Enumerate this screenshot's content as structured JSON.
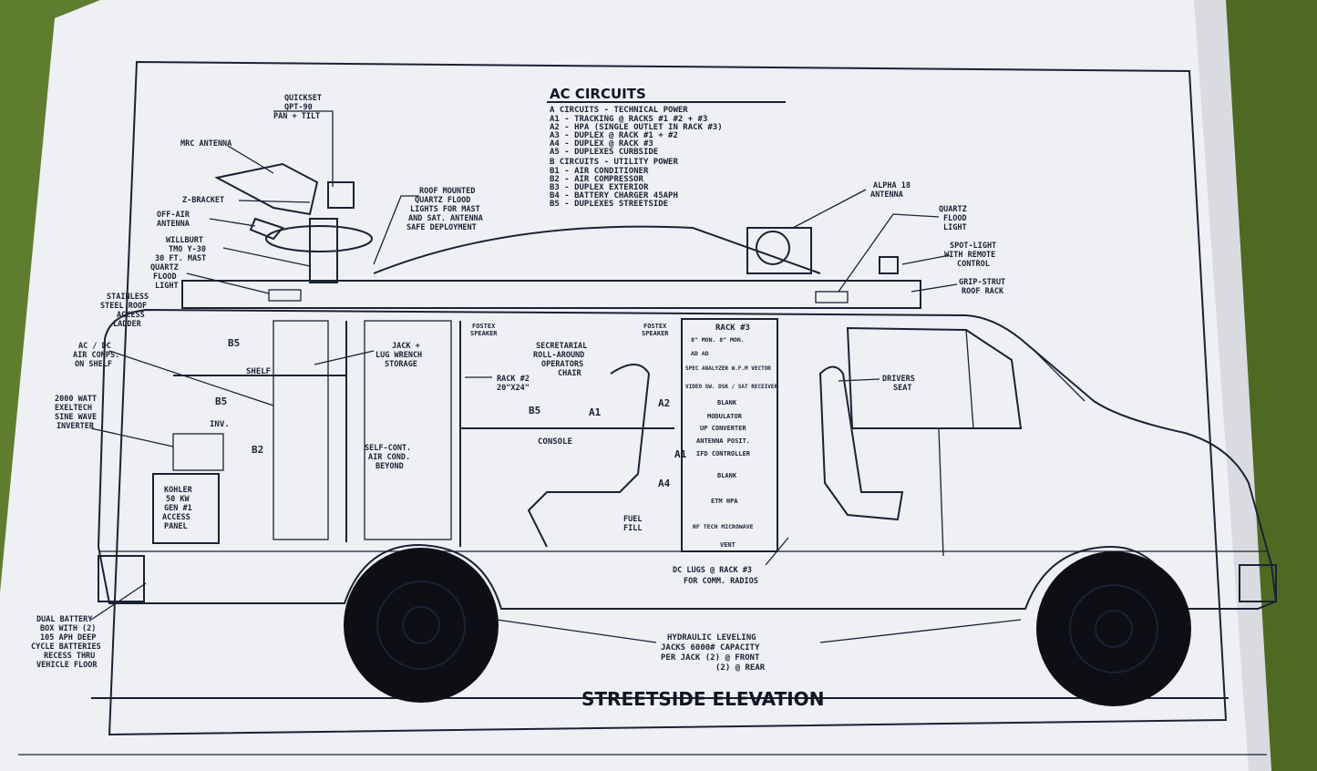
{
  "diagram": {
    "title": "STREETSIDE ELEVATION",
    "legend": {
      "heading": "AC CIRCUITS",
      "a_heading": "A CIRCUITS - TECHNICAL POWER",
      "a_items": [
        "A1 - TRACKING @ RACKS #1 #2 + #3",
        "A2 - HPA (SINGLE OUTLET IN RACK #3)",
        "A3 - DUPLEX @ RACK #1 + #2",
        "A4 - DUPLEX @ RACK #3",
        "A5 - DUPLEXES CURBSIDE"
      ],
      "b_heading": "B CIRCUITS - UTILITY POWER",
      "b_items": [
        "B1 - AIR CONDITIONER",
        "B2 - AIR COMPRESSOR",
        "B3 - DUPLEX EXTERIOR",
        "B4 - BATTERY CHARGER 45APH",
        "B5 - DUPLEXES STREETSIDE"
      ]
    },
    "callouts": {
      "quickset": [
        "QUICKSET",
        "QPT-90",
        "PAN + TILT"
      ],
      "mrc_antenna": [
        "MRC ANTENNA"
      ],
      "z_bracket": [
        "Z-BRACKET"
      ],
      "off_air": [
        "OFF-AIR",
        "ANTENNA"
      ],
      "willburt": [
        "WILLBURT",
        "TMO Y-30",
        "30 FT. MAST"
      ],
      "quartz_left": [
        "QUARTZ",
        "FLOOD",
        "LIGHT"
      ],
      "ladder": [
        "STAINLESS",
        "STEEL ROOF",
        "ACCESS",
        "LADDER"
      ],
      "ac_dc": [
        "AC / DC",
        "AIR COMPS.",
        "ON SHELF"
      ],
      "inverter": [
        "2000 WATT",
        "EXELTECH",
        "SINE WAVE",
        "INVERTER"
      ],
      "kohler": [
        "KOHLER",
        "50 KW",
        "GEN #1",
        "ACCESS",
        "PANEL"
      ],
      "battery": [
        "DUAL BATTERY",
        "BOX WITH (2)",
        "105 APH DEEP",
        "CYCLE BATTERIES",
        "RECESS THRU",
        "VEHICLE FLOOR"
      ],
      "roof_flood": [
        "ROOF MOUNTED",
        "QUARTZ FLOOD",
        "LIGHTS FOR MAST",
        "AND SAT. ANTENNA",
        "SAFE DEPLOYMENT"
      ],
      "jack": [
        "JACK +",
        "LUG WRENCH",
        "STORAGE"
      ],
      "self_cont": [
        "SELF-CONT.",
        "AIR COND.",
        "BEYOND"
      ],
      "secretarial": [
        "SECRETARIAL",
        "ROLL-AROUND",
        "OPERATORS",
        "CHAIR"
      ],
      "rack2": [
        "RACK #2",
        "20\"X24\""
      ],
      "console": [
        "CONSOLE"
      ],
      "fuel": [
        "FUEL",
        "FILL"
      ],
      "alpha": [
        "ALPHA 18",
        "ANTENNA"
      ],
      "quartz_right": [
        "QUARTZ",
        "FLOOD",
        "LIGHT"
      ],
      "spotlight": [
        "SPOT-LIGHT",
        "WITH REMOTE",
        "CONTROL"
      ],
      "grip": [
        "GRIP-STRUT",
        "ROOF RACK"
      ],
      "drivers": [
        "DRIVERS",
        "SEAT"
      ],
      "dc_lugs": [
        "DC LUGS @ RACK #3",
        "FOR COMM. RADIOS"
      ],
      "hydraulic": [
        "HYDRAULIC LEVELING",
        "JACKS 6000# CAPACITY",
        "PER JACK (2) @ FRONT",
        "(2) @ REAR"
      ],
      "shelf": [
        "SHELF"
      ],
      "inv": [
        "INV."
      ],
      "fostek1": [
        "FOSTEX",
        "SPEAKER"
      ],
      "fostek2": [
        "FOSTEX",
        "SPEAKER"
      ],
      "b5_a": [
        "B5"
      ],
      "b5_b": [
        "B5"
      ],
      "b5_c": [
        "B5"
      ],
      "b2": [
        "B2"
      ],
      "a1_a": [
        "A1"
      ],
      "a1_b": [
        "A1"
      ],
      "a2": [
        "A2"
      ],
      "a4": [
        "A4"
      ]
    },
    "rack3": {
      "title": "RACK #3",
      "rows": [
        "8\" MON.   8\" MON.",
        "AD          AD",
        "SPEC ANALYZER  W.F.M VECTOR",
        "VIDEO SW. DSK / SAT RECEIVER",
        "BLANK",
        "MODULATOR",
        "UP CONVERTER",
        "ANTENNA POSIT.",
        "IFD CONTROLLER",
        "BLANK",
        "ETM HPA",
        "RF TECH MICROWAVE",
        "VENT"
      ]
    }
  }
}
